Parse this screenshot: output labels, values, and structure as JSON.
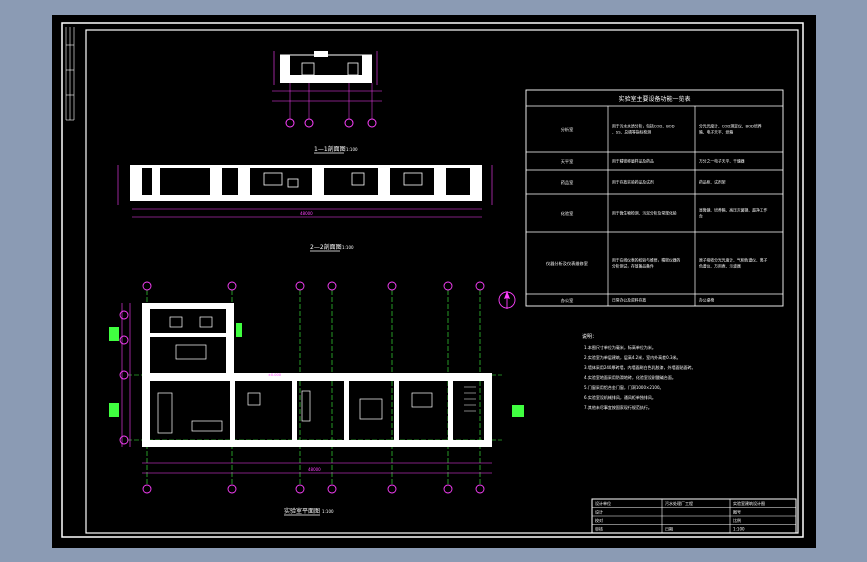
{
  "sections": {
    "top_section_title": "1—1剖面图",
    "top_section_scale": "1:100",
    "long_section_title": "2—2剖面图",
    "long_section_scale": "1:100",
    "plan_title": "实验室平面图",
    "plan_scale": "1:100"
  },
  "equipment_table": {
    "title": "实验室主要设备功能一览表",
    "rows": [
      {
        "room": "分析室",
        "function": "用于污水水质分析，包括COD、BOD、SS、总磷等指标检测",
        "equipment": "分光光度计、COD测定仪、BOD培养箱、电子天平、烘箱"
      },
      {
        "room": "天平室",
        "function": "用于精密称量样品及药品",
        "equipment": "万分之一电子天平、干燥器"
      },
      {
        "room": "药品室",
        "function": "用于存放实验药品及试剂",
        "equipment": "药品柜、试剂架"
      },
      {
        "room": "化验室",
        "function": "用于微生物检测、污泥分析及常规化验",
        "equipment": "显微镜、培养箱、高压灭菌锅、超净工作台"
      },
      {
        "room": "仪器分析及仪表维修室",
        "function": "用于在线仪表的校验与维修，精密仪器的分析测试，存放备品备件",
        "equipment": "原子吸收分光光度计、气相色谱仪、离子色谱仪、万用表、示波器"
      },
      {
        "room": "办公室",
        "function": "日常办公及资料存放",
        "equipment": "办公桌椅"
      }
    ]
  },
  "notes": {
    "heading": "说明：",
    "items": [
      "1.本图尺寸单位为毫米，标高单位为米。",
      "2.实验室为单层建筑，层高4.2米，室内外高差0.3米。",
      "3.墙体采用240厚砖墙，内墙面刷白色乳胶漆，外墙面贴面砖。",
      "4.实验室地面采用防滑地砖，化验室设耐酸碱台面。",
      "5.门窗采用铝合金门窗，门洞1000×2100。",
      "6.实验室设机械排风，通风柜单独排风。",
      "7.其他未尽事宜按国家现行规范执行。"
    ]
  },
  "title_block": {
    "rows": [
      [
        "设计单位",
        "污水处理厂工程",
        "实验室建筑设计图"
      ],
      [
        "设计",
        "",
        "图号"
      ],
      [
        "校对",
        "",
        "比例"
      ],
      [
        "审核",
        "日期",
        "1:100"
      ]
    ]
  },
  "dimensions": {
    "long_section_total": "48000",
    "plan_total": "48000",
    "elevation_mark": "±0.000"
  },
  "colors": {
    "sheet_background": "#000000",
    "line_white": "#ffffff",
    "grid_green": "#40ff40",
    "axis_magenta": "#ff40ff",
    "frame_background": "#8b9bb4"
  }
}
